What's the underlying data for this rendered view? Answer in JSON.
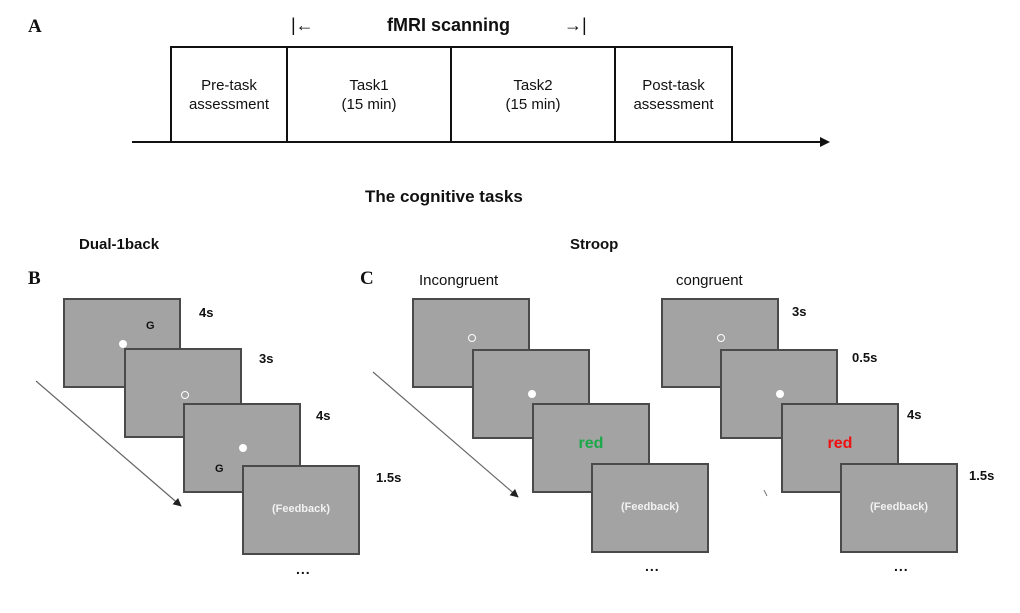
{
  "panel_a": {
    "letter": "A",
    "scan_label": "fMRI scanning",
    "scan_start_marker": "|←",
    "scan_end_marker": "→|",
    "stages": [
      {
        "line1": "Pre-task",
        "line2": "assessment"
      },
      {
        "line1": "Task1",
        "line2": "(15 min)"
      },
      {
        "line1": "Task2",
        "line2": "(15 min)"
      },
      {
        "line1": "Post-task",
        "line2": "assessment"
      }
    ]
  },
  "section_title": "The cognitive tasks",
  "panel_b": {
    "letter": "B",
    "title": "Dual-1back",
    "screens": [
      {
        "stimulus": "G",
        "fixation": "filled",
        "duration": "4s"
      },
      {
        "stimulus": "",
        "fixation": "open",
        "duration": "3s"
      },
      {
        "stimulus": "G",
        "fixation": "filled",
        "duration": "4s"
      },
      {
        "stimulus": "(Feedback)",
        "fixation": "",
        "duration": "1.5s"
      }
    ],
    "ellipsis": "..."
  },
  "panel_c": {
    "letter": "C",
    "title": "Stroop",
    "incongruent": {
      "label": "Incongruent",
      "word": "red",
      "word_color": "#1aa84a",
      "feedback": "(Feedback)",
      "ellipsis": "..."
    },
    "congruent": {
      "label": "congruent",
      "word": "red",
      "word_color": "#ee1111",
      "feedback": "(Feedback)",
      "durations": [
        "3s",
        "0.5s",
        "4s",
        "1.5s"
      ],
      "ellipsis": "..."
    }
  },
  "colors": {
    "screen_fill": "#a3a3a3",
    "screen_border": "#4a4a4a",
    "line": "#111111"
  }
}
